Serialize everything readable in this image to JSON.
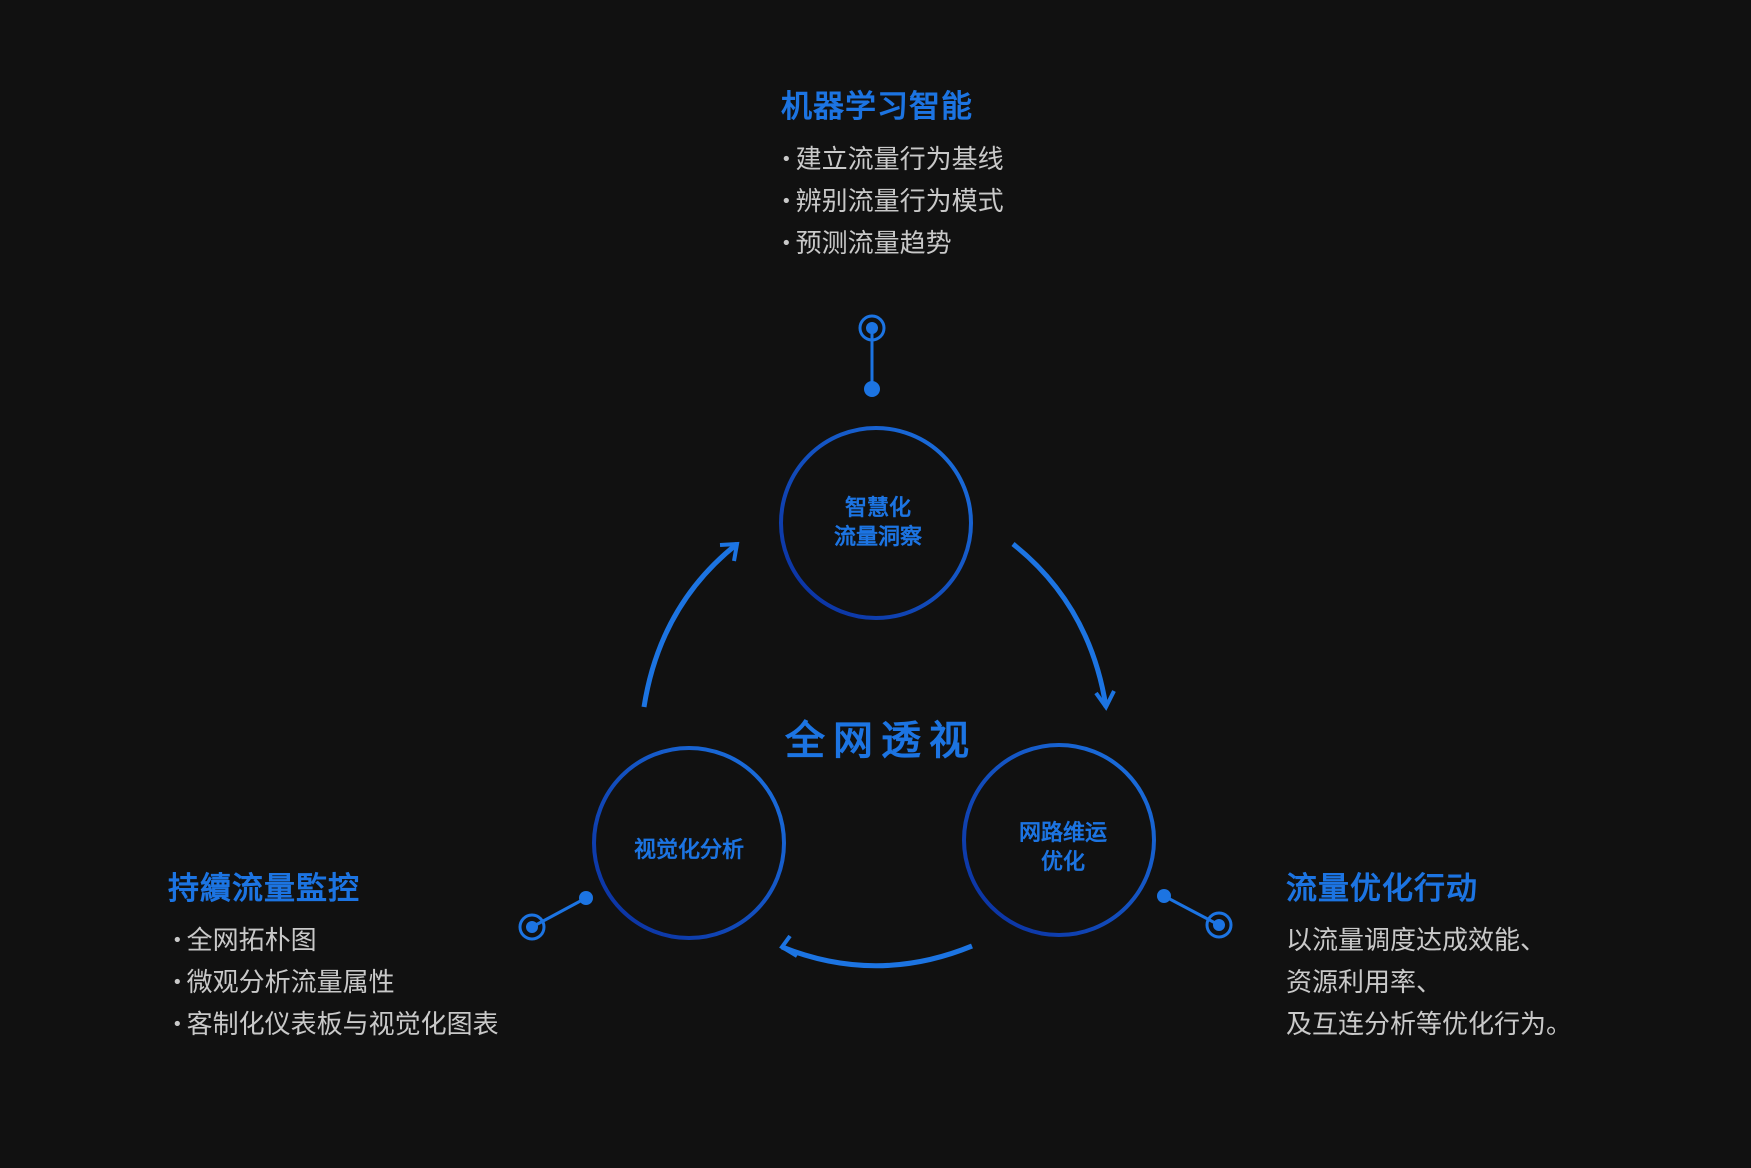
{
  "center_title": "全网透视",
  "colors": {
    "accent": "#1c74e2",
    "ring_dark": "#0a2c9c",
    "text": "#c9c9c9",
    "background": "#111111"
  },
  "nodes": {
    "top": {
      "line1": "智慧化",
      "line2": "流量洞察"
    },
    "left": {
      "line1": "视觉化分析"
    },
    "right": {
      "line1": "网路维运",
      "line2": "优化"
    }
  },
  "sections": {
    "top": {
      "title": "机器学习智能",
      "items": [
        "建立流量行为基线",
        "辨别流量行为模式",
        "预测流量趋势"
      ]
    },
    "left": {
      "title": "持續流量監控",
      "items": [
        "全网拓朴图",
        "微观分析流量属性",
        "客制化仪表板与视觉化图表"
      ]
    },
    "right": {
      "title": "流量优化行动",
      "items": [
        "以流量调度达成效能、",
        "资源利用率、",
        "及互连分析等优化行为。"
      ]
    }
  }
}
